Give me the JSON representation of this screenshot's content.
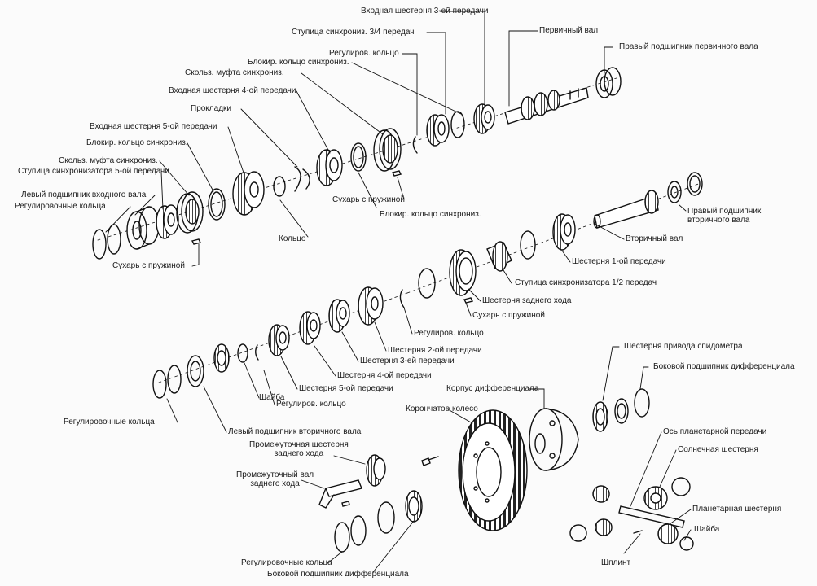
{
  "labels": {
    "l1": "Входная шестерня 3-ей передачи",
    "l2": "Первичный вал",
    "l3": "Ступица синхрониз. 3/4 передач",
    "l4": "Правый подшипник первичного вала",
    "l5": "Регулиров. кольцо",
    "l6": "Блокир. кольцо синхрониз.",
    "l7": "Скольз. муфта синхрониз.",
    "l8": "Входная шестерня 4-ой передачи",
    "l9": "Прокладки",
    "l10": "Входная шестерня 5-ой передачи",
    "l11": "Блокир. кольцо синхрониз.",
    "l12": "Скольз. муфта синхрониз.",
    "l13": "Ступица синхронизатора 5-ой передачи",
    "l14": "Левый подшипник входного вала",
    "l15": "Регулировочные кольца",
    "l16": "Сухарь с пружиной",
    "l17": "Блокир. кольцо синхрониз.",
    "l18": "Кольцо",
    "l19": "Сухарь с пружиной",
    "l20a": "Правый подшипник",
    "l20b": "вторичного вала",
    "l21": "Вторичный вал",
    "l22": "Шестерня 1-ой передачи",
    "l23": "Ступица синхронизатора 1/2 передач",
    "l24": "Шестерня заднего хода",
    "l25": "Сухарь с пружиной",
    "l26": "Регулиров. кольцо",
    "l27": "Шестерня 2-ой передачи",
    "l28": "Шестерня 3-ей передачи",
    "l29": "Шестерня 4-ой передачи",
    "l30": "Шестерня привода спидометра",
    "l31": "Шестерня 5-ой передачи",
    "l32": "Боковой подшипник дифференциала",
    "l33": "Корпус дифференциала",
    "l34": "Регулиров. кольцо",
    "l35": "Шайба",
    "l36": "Корончатое колесо",
    "l37": "Регулировочные кольца",
    "l38": "Левый подшипник вторичного вала",
    "l39": "Ось планетарной передачи",
    "l40a": "Промежуточная шестерня",
    "l40b": "заднего хода",
    "l41": "Солнечная шестерня",
    "l42a": "Промежуточный вал",
    "l42b": "заднего хода",
    "l43": "Планетарная шестерня",
    "l44": "Шайба",
    "l45": "Шплинт",
    "l46": "Регулировочные кольца",
    "l47": "Боковой подшипник дифференциала"
  }
}
